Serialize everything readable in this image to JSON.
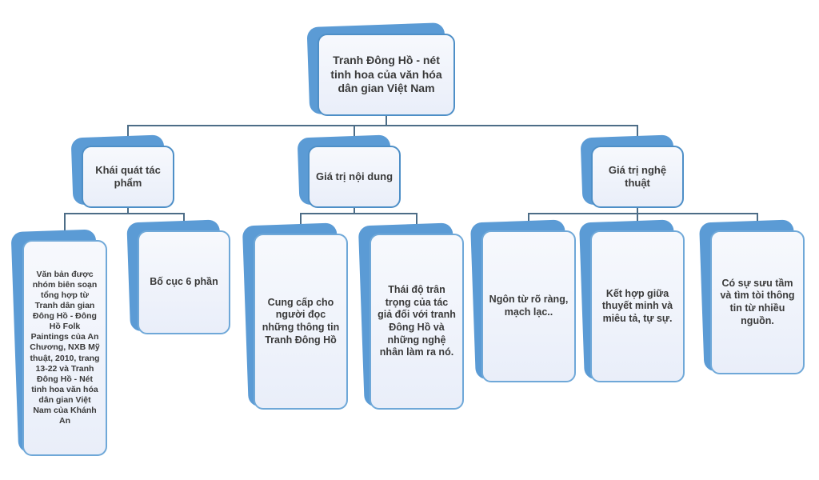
{
  "diagram": {
    "root": {
      "label": "Tranh Đông Hồ - nét tinh hoa của văn hóa dân gian Việt Nam"
    },
    "branches": [
      {
        "label": "Khái quát tác phẩm",
        "children": [
          {
            "label": "Văn bản được nhóm biên soạn tổng hợp từ Tranh dân gian Đông Hồ - Đông Hồ Folk Paintings của An Chương, NXB Mỹ thuật, 2010, trang 13-22 và Tranh Đông Hồ - Nét tinh hoa văn hóa dân gian Việt Nam của Khánh An"
          },
          {
            "label": "Bố cục 6 phần"
          }
        ]
      },
      {
        "label": "Giá trị nội dung",
        "children": [
          {
            "label": "Cung cấp cho người đọc những thông tin Tranh Đông Hồ"
          },
          {
            "label": "Thái độ trân trọng của tác giả đối với tranh Đông Hồ và những nghệ nhân làm ra nó."
          }
        ]
      },
      {
        "label": "Giá trị nghệ thuật",
        "children": [
          {
            "label": "Ngôn từ rõ ràng, mạch lạc.."
          },
          {
            "label": "Kết hợp giữa thuyết minh và miêu tả, tự sự."
          },
          {
            "label": "Có sự sưu tầm và tìm tòi thông tin từ nhiều nguồn."
          }
        ]
      }
    ],
    "colors": {
      "back_card": "#5b9bd5",
      "card_fill": "#edf2fa",
      "card_border": "#4e8fc7",
      "connector": "#4d6d87",
      "text": "#3a3a3a",
      "background": "#ffffff"
    }
  }
}
